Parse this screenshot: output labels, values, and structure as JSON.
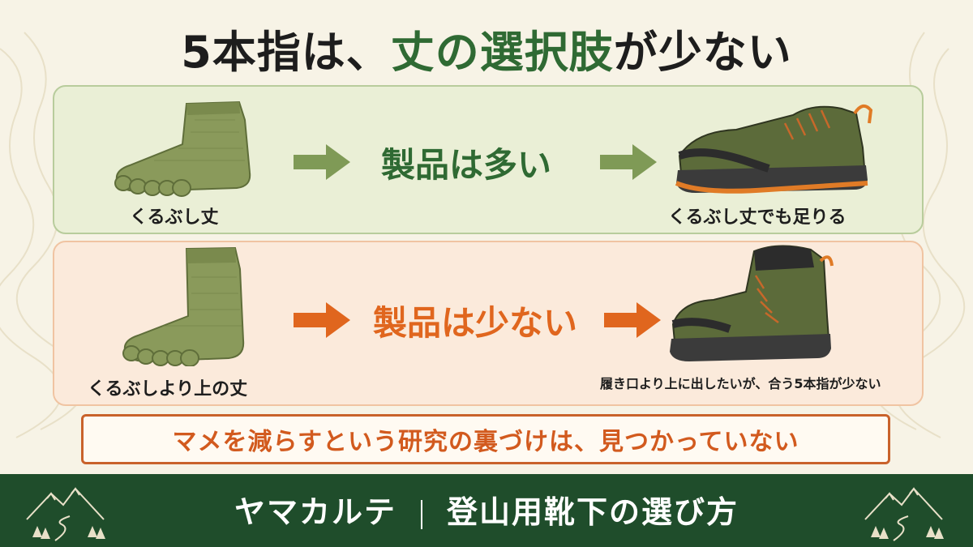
{
  "title": {
    "part1": "5本指は、",
    "highlight": "丈の選択肢",
    "part2": "が少ない"
  },
  "row_short": {
    "sock_caption": "くるぶし丈",
    "message": "製品は多い",
    "shoe_caption": "くるぶし丈でも足りる"
  },
  "row_tall": {
    "sock_caption": "くるぶしより上の丈",
    "message": "製品は少ない",
    "shoe_caption": "履き口より上に出したいが、合う5本指が少ない"
  },
  "banner": {
    "text": "マメを減らすという研究の裏づけは、見つかっていない"
  },
  "footer": {
    "left": "ヤマカルテ",
    "right": "登山用靴下の選び方"
  },
  "colors": {
    "green": "#2f6a33",
    "orange": "#e0661e",
    "footer_bg": "#1f4d2b",
    "sock": "#8a9a5b"
  },
  "icons": [
    "toe-sock-short-icon",
    "toe-sock-crew-icon",
    "arrow-right-icon",
    "low-hiking-shoe-icon",
    "mid-hiking-boot-icon",
    "mountain-emblem-icon"
  ]
}
